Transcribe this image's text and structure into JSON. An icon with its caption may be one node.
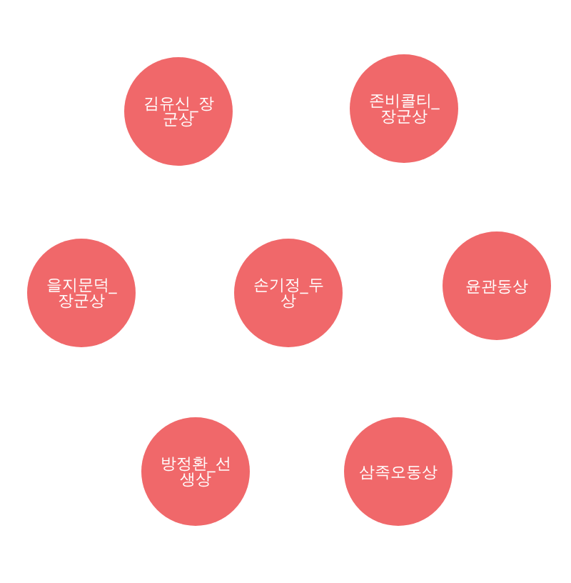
{
  "diagram": {
    "nodes": [
      {
        "text": [
          "김유신_장군상"
        ]
      },
      {
        "text": [
          "존비콜티_장군상"
        ]
      },
      {
        "text": [
          "을지문덕_장군상"
        ]
      },
      {
        "text": [
          "손기정_두상"
        ]
      },
      {
        "text": [
          "윤관동상"
        ]
      },
      {
        "text": [
          "방정환_선생상"
        ]
      },
      {
        "text": [
          "삼족오동상"
        ]
      }
    ]
  }
}
